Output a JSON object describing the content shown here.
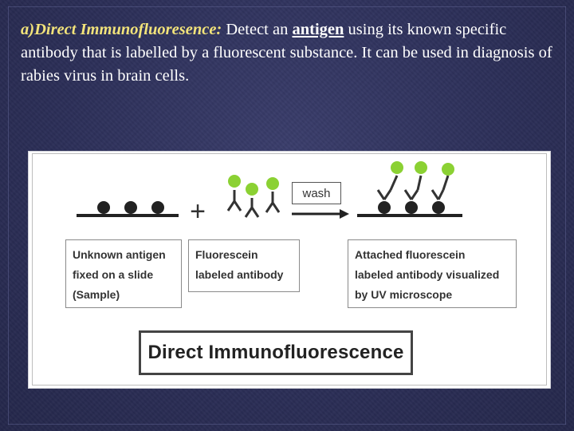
{
  "heading": {
    "lead": "a)Direct  Immunofluoresence:",
    "text_before_keyword": " Detect an ",
    "keyword": "antigen",
    "text_after_keyword": " using its known specific antibody that is labelled by a fluorescent substance. It can be used in diagnosis of rabies virus in brain cells."
  },
  "diagram": {
    "plus_symbol": "+",
    "wash_label": "wash",
    "step_labels": [
      [
        "Unknown antigen",
        "fixed on a slide",
        "(Sample)"
      ],
      [
        "Fluorescein",
        "labeled antibody"
      ],
      [
        "Attached fluorescein",
        "labeled antibody visualized",
        "by UV microscope"
      ]
    ],
    "title": "Direct Immunofluorescence"
  },
  "colors": {
    "background": "#2c2f58",
    "lead_text": "#f2e37a",
    "body_text": "#ffffff",
    "antigen": "#222222",
    "fluorescein": "#8bd133",
    "antibody": "#333333"
  }
}
